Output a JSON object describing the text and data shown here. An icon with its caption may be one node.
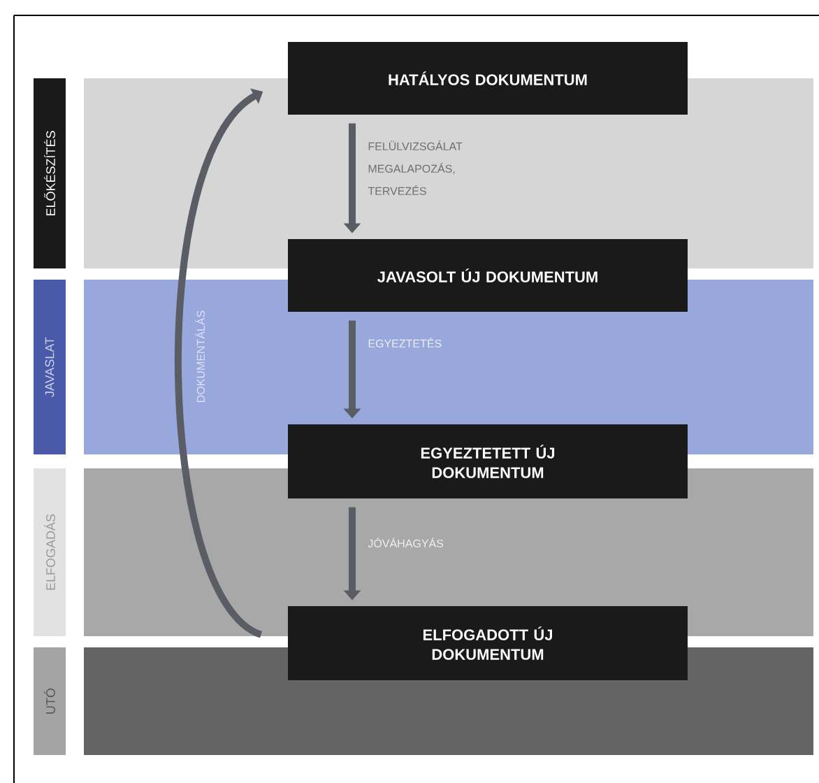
{
  "diagram": {
    "nodes": [
      {
        "text": [
          "HATÁLYOS DOKUMENTUM"
        ]
      },
      {
        "text": [
          "JAVASOLT ÚJ DOKUMENTUM"
        ]
      },
      {
        "text": [
          "EGYEZTETETT ÚJ DOKUMENTUM"
        ]
      },
      {
        "text": [
          "ELFOGADOTT ÚJ DOKUMENTUM"
        ]
      },
      {
        "text": [
          "ELŐKÉSZÍTÉS"
        ]
      },
      {
        "text": [
          "JAVASLAT"
        ]
      },
      {
        "text": [
          "ELFOGADÁS"
        ]
      },
      {
        "text": [
          "UTÓ"
        ]
      }
    ],
    "edges": [
      {
        "from": 0,
        "to": 1,
        "arrow": "to",
        "label": "FELÜLVIZSGÁLAT MEGALAPOZÁS, TERVEZÉS"
      },
      {
        "from": 1,
        "to": 2,
        "arrow": "to",
        "label": "EGYEZTETÉS"
      },
      {
        "from": 2,
        "to": 3,
        "arrow": "to",
        "label": "JÓVÁHAGYÁS"
      },
      {
        "from": 3,
        "to": 0,
        "arrow": "to",
        "label": "DOKUMENTÁLÁS"
      }
    ]
  }
}
